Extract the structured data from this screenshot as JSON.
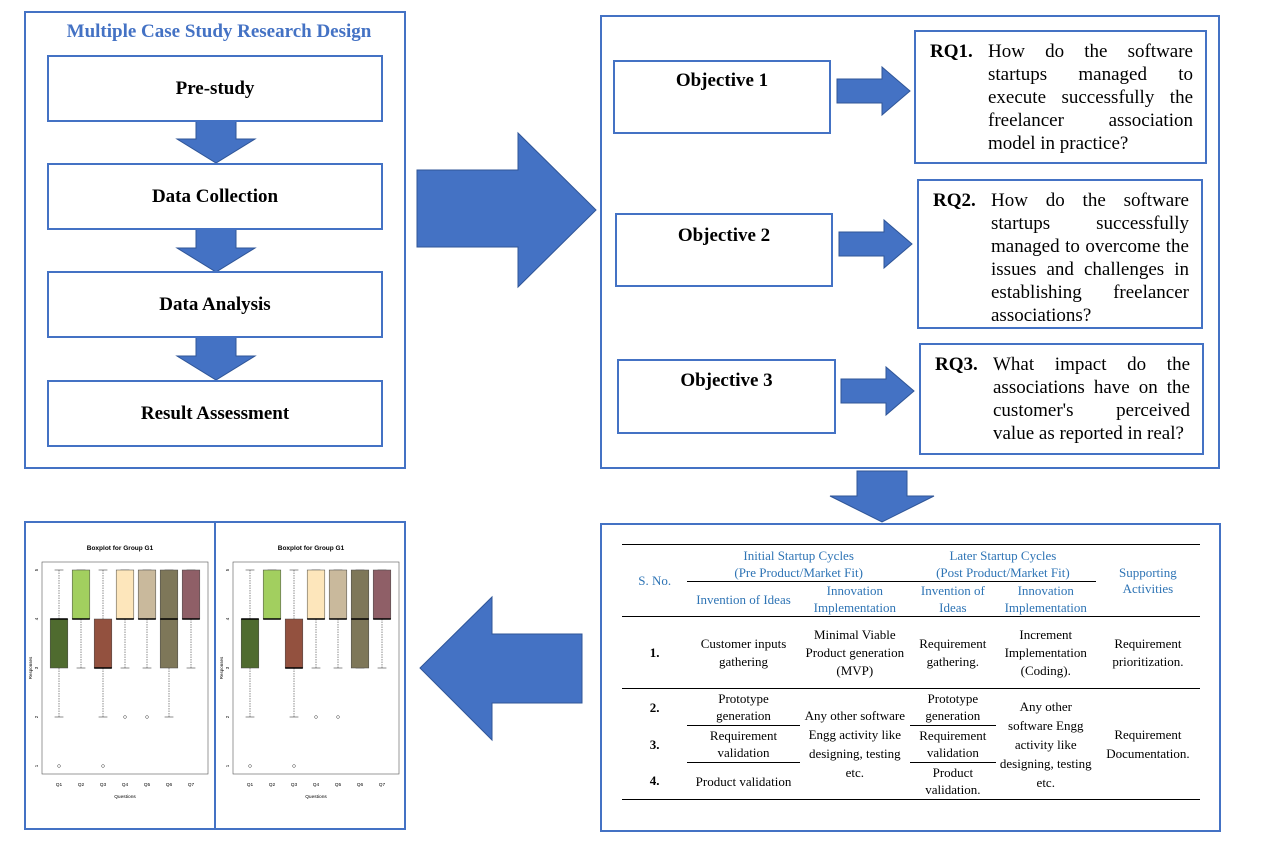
{
  "design": {
    "title": "Multiple Case Study Research Design",
    "steps": [
      "Pre-study",
      "Data Collection",
      "Data Analysis",
      "Result Assessment"
    ]
  },
  "objectives": [
    {
      "label": "Objective 1",
      "rq_label": "RQ1.",
      "rq_text": "How do the software startups managed to execute successfully the freelancer association model in practice?"
    },
    {
      "label": "Objective 2",
      "rq_label": "RQ2.",
      "rq_text": "How do the software startups successfully managed to overcome the issues and challenges in establishing freelancer associations?"
    },
    {
      "label": "Objective 3",
      "rq_label": "RQ3.",
      "rq_text": "What impact do the associations have on the customer's perceived value as reported in real?"
    }
  ],
  "table": {
    "sno_header": "S. No.",
    "initial_header": "Initial Startup Cycles",
    "initial_sub": "(Pre Product/Market Fit)",
    "later_header": "Later Startup Cycles",
    "later_sub": "(Post Product/Market Fit)",
    "supporting_header": "Supporting Activities",
    "invention": "Invention of Ideas",
    "innovation": "Innovation Implementation",
    "row1": {
      "no": "1.",
      "c1": "Customer inputs gathering",
      "c2": "Minimal Viable Product generation (MVP)",
      "c3": "Requirement gathering.",
      "c4": "Increment Implementation (Coding).",
      "c5": "Requirement prioritization."
    },
    "row2": {
      "no": "2.",
      "c1": "Prototype generation",
      "c3": "Prototype generation"
    },
    "row3": {
      "no": "3.",
      "c1": "Requirement validation",
      "c3": "Requirement validation"
    },
    "row4": {
      "no": "4.",
      "c1": "Product validation",
      "c3": "Product validation."
    },
    "merged_c2": "Any other software Engg activity like designing, testing etc.",
    "merged_c4": "Any other software Engg activity like designing, testing etc.",
    "merged_c5": "Requirement Documentation."
  },
  "chart_data": [
    {
      "type": "box",
      "title": "Boxplot for Group G1",
      "xlabel": "Questions",
      "ylabel": "Responses",
      "categories": [
        "Q1",
        "Q2",
        "Q3",
        "Q4",
        "Q5",
        "Q6",
        "Q7"
      ],
      "y_ticks": [
        "1",
        "2",
        "3",
        "4",
        "5"
      ],
      "ylim": [
        1,
        5
      ],
      "boxes": [
        {
          "q1": 3,
          "median": 4,
          "q3": 4,
          "min": 2,
          "max": 5,
          "outliers": [
            1
          ],
          "color": "#4f6b2f"
        },
        {
          "q1": 4,
          "median": 4,
          "q3": 5,
          "min": 3,
          "max": 5,
          "outliers": [],
          "color": "#a2cf5f"
        },
        {
          "q1": 3,
          "median": 3,
          "q3": 4,
          "min": 2,
          "max": 5,
          "outliers": [
            1
          ],
          "color": "#93513f"
        },
        {
          "q1": 4,
          "median": 4,
          "q3": 5,
          "min": 3,
          "max": 5,
          "outliers": [
            2
          ],
          "color": "#fde6bb"
        },
        {
          "q1": 4,
          "median": 4,
          "q3": 5,
          "min": 3,
          "max": 5,
          "outliers": [
            2
          ],
          "color": "#c9b99c"
        },
        {
          "q1": 3,
          "median": 4,
          "q3": 5,
          "min": 2,
          "max": 5,
          "outliers": [],
          "color": "#7e7759"
        },
        {
          "q1": 4,
          "median": 4,
          "q3": 5,
          "min": 3,
          "max": 5,
          "outliers": [],
          "color": "#8f5f67"
        }
      ]
    },
    {
      "type": "box",
      "title": "Boxplot for Group G1",
      "xlabel": "Questions",
      "ylabel": "Responses",
      "categories": [
        "Q1",
        "Q2",
        "Q3",
        "Q4",
        "Q5",
        "Q6",
        "Q7"
      ],
      "y_ticks": [
        "1",
        "2",
        "3",
        "4",
        "5"
      ],
      "ylim": [
        1,
        5
      ],
      "boxes": [
        {
          "q1": 3,
          "median": 4,
          "q3": 4,
          "min": 2,
          "max": 5,
          "outliers": [
            1
          ],
          "color": "#4f6b2f"
        },
        {
          "q1": 4,
          "median": 4,
          "q3": 5,
          "min": 4,
          "max": 5,
          "outliers": [],
          "color": "#a2cf5f"
        },
        {
          "q1": 3,
          "median": 3,
          "q3": 4,
          "min": 2,
          "max": 5,
          "outliers": [
            1
          ],
          "color": "#93513f"
        },
        {
          "q1": 4,
          "median": 4,
          "q3": 5,
          "min": 3,
          "max": 5,
          "outliers": [
            2
          ],
          "color": "#fde6bb"
        },
        {
          "q1": 4,
          "median": 4,
          "q3": 5,
          "min": 3,
          "max": 5,
          "outliers": [
            2
          ],
          "color": "#c9b99c"
        },
        {
          "q1": 3,
          "median": 4,
          "q3": 5,
          "min": 3,
          "max": 5,
          "outliers": [],
          "color": "#7e7759"
        },
        {
          "q1": 4,
          "median": 4,
          "q3": 5,
          "min": 3,
          "max": 5,
          "outliers": [],
          "color": "#8f5f67"
        }
      ]
    }
  ]
}
